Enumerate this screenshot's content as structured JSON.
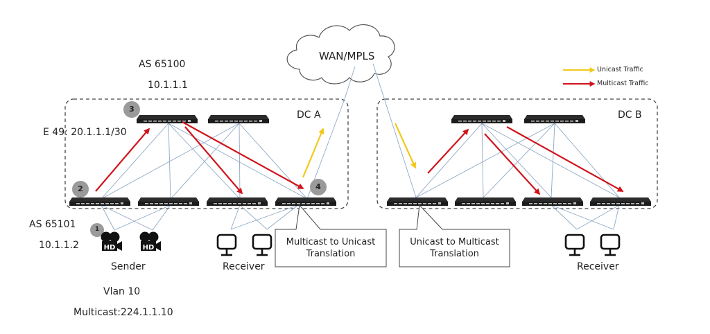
{
  "cloud": {
    "label": "WAN/MPLS"
  },
  "legend": {
    "items": [
      {
        "label": "Unicast Traffic",
        "color": "#f2c81e"
      },
      {
        "label": "Multicast Traffic",
        "color": "#d0141c"
      }
    ]
  },
  "colors": {
    "link": "#8fa9c4",
    "unicast": "#f2c81e",
    "multicast": "#d0141c",
    "badge": "#9a9a9a",
    "switch": "#2a2a2a",
    "border": "#444444"
  },
  "dc_a": {
    "label": "DC A",
    "as_label": "AS 65100",
    "ip_label": "10.1.1.1",
    "interface_label": "E 49: 20.1.1.1/30"
  },
  "dc_b": {
    "label": "DC B"
  },
  "sender": {
    "as_label": "AS 65101",
    "ip_label": "10.1.1.2",
    "label": "Sender",
    "vlan_label": "Vlan 10",
    "multicast_label": "Multicast:224.1.1.10"
  },
  "receiver_a": {
    "label": "Receiver"
  },
  "receiver_b": {
    "label": "Receiver"
  },
  "badges": [
    "1",
    "2",
    "3",
    "4"
  ],
  "callouts": {
    "m2u_line1": "Multicast to Unicast",
    "m2u_line2": "Translation",
    "u2m_line1": "Unicast to Multicast",
    "u2m_line2": "Translation"
  }
}
